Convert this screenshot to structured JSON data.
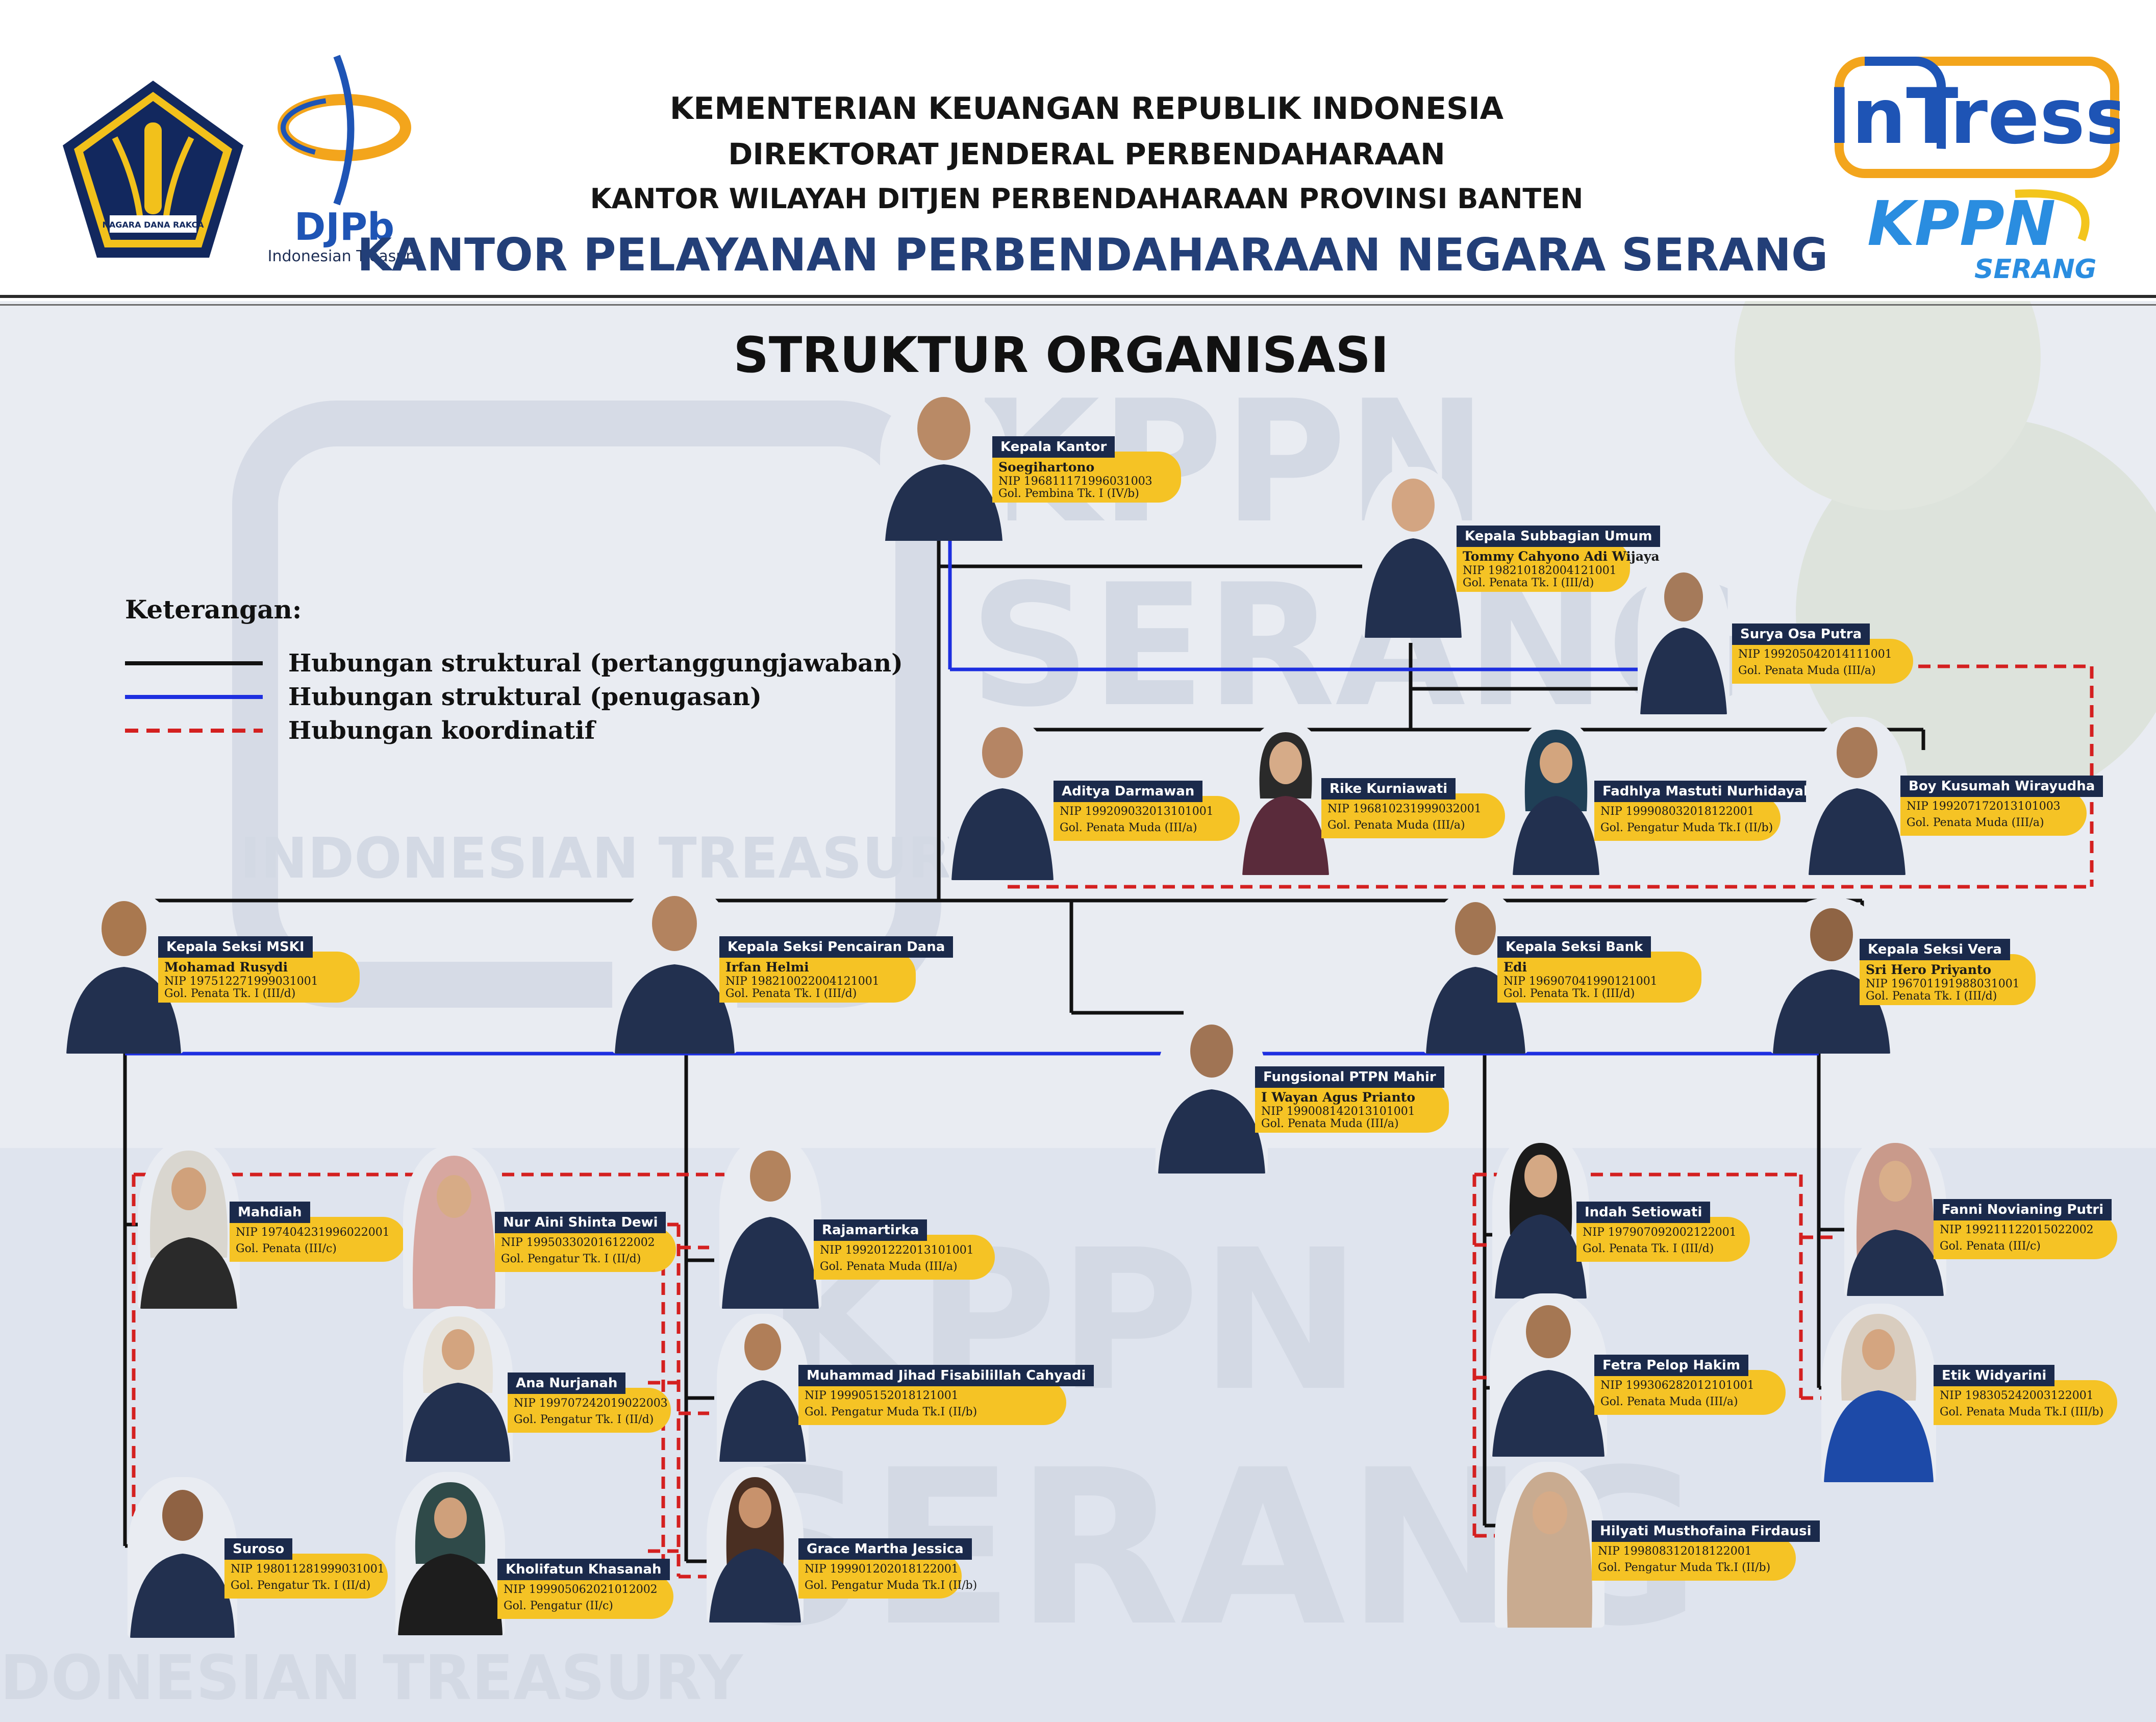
{
  "header": {
    "line1": "KEMENTERIAN KEUANGAN REPUBLIK INDONESIA",
    "line2": "DIREKTORAT JENDERAL PERBENDAHARAAN",
    "line3": "KANTOR WILAYAH DITJEN PERBENDAHARAAN PROVINSI BANTEN",
    "line4": "KANTOR PELAYANAN PERBENDAHARAAN NEGARA SERANG",
    "kemenkeu_text": "NAGARA DANA RAKCA",
    "djpb_text": "DJPb",
    "djpb_sub": "Indonesian Treasury",
    "intress_text": "InTress",
    "kppn_text": "KPPN",
    "kppn_sub": "SERANG"
  },
  "title": "STRUKTUR ORGANISASI",
  "legend": {
    "title": "Keterangan:",
    "items": [
      {
        "label": "Hubungan struktural (pertanggungjawaban)",
        "color": "#111111",
        "style": "solid"
      },
      {
        "label": "Hubungan struktural (penugasan)",
        "color": "#1d2fe0",
        "style": "solid"
      },
      {
        "label": "Hubungan koordinatif",
        "color": "#d42020",
        "style": "dashed"
      }
    ]
  },
  "colors": {
    "accent": "#f5c325",
    "role_bg": "#1b2a4b",
    "title_blue": "#233f78",
    "uniform": "#22304f"
  },
  "people": [
    {
      "role": "Kepala Kantor",
      "name": "Soegihartono",
      "nip": "NIP 196811171996031003",
      "gol": "Gol. Pembina Tk. I (IV/b)"
    },
    {
      "role": "Kepala Subbagian Umum",
      "name": "Tommy Cahyono Adi Wijaya",
      "nip": "NIP 198210182004121001",
      "gol": "Gol. Penata Tk. I (III/d)"
    },
    {
      "role": "Surya Osa Putra",
      "name": "",
      "nip": "NIP 199205042014111001",
      "gol": "Gol. Penata Muda (III/a)"
    },
    {
      "role": "Aditya Darmawan",
      "name": "",
      "nip": "NIP 199209032013101001",
      "gol": "Gol. Penata Muda (III/a)"
    },
    {
      "role": "Rike Kurniawati",
      "name": "",
      "nip": "NIP 196810231999032001",
      "gol": "Gol. Penata Muda (III/a)"
    },
    {
      "role": "Fadhlya Mastuti Nurhidayah",
      "name": "",
      "nip": "NIP 199908032018122001",
      "gol": "Gol. Pengatur Muda Tk.I (II/b)"
    },
    {
      "role": "Boy Kusumah Wirayudha",
      "name": "",
      "nip": "NIP 199207172013101003",
      "gol": "Gol. Penata Muda (III/a)"
    },
    {
      "role": "Kepala Seksi MSKI",
      "name": "Mohamad Rusydi",
      "nip": "NIP 197512271999031001",
      "gol": "Gol. Penata Tk. I (III/d)"
    },
    {
      "role": "Kepala Seksi Pencairan Dana",
      "name": "Irfan Helmi",
      "nip": "NIP 198210022004121001",
      "gol": "Gol. Penata Tk. I (III/d)"
    },
    {
      "role": "Kepala Seksi Bank",
      "name": "Edi",
      "nip": "NIP 196907041990121001",
      "gol": "Gol. Penata Tk. I (III/d)"
    },
    {
      "role": "Kepala Seksi Vera",
      "name": "Sri Hero Priyanto",
      "nip": "NIP 196701191988031001",
      "gol": "Gol. Penata Tk. I (III/d)"
    },
    {
      "role": "Fungsional PTPN  Mahir",
      "name": "I Wayan Agus Prianto",
      "nip": "NIP 199008142013101001",
      "gol": "Gol. Penata Muda  (III/a)"
    },
    {
      "role": "Mahdiah",
      "name": "",
      "nip": "NIP 197404231996022001",
      "gol": "Gol. Penata (III/c)"
    },
    {
      "role": "Nur Aini Shinta Dewi",
      "name": "",
      "nip": "NIP 199503302016122002",
      "gol": "Gol. Pengatur Tk. I (II/d)"
    },
    {
      "role": "Rajamartirka",
      "name": "",
      "nip": "NIP 199201222013101001",
      "gol": "Gol. Penata Muda (III/a)"
    },
    {
      "role": "Ana Nurjanah",
      "name": "",
      "nip": "NIP 199707242019022003",
      "gol": "Gol. Pengatur Tk. I (II/d)"
    },
    {
      "role": "Muhammad Jihad Fisabilillah Cahyadi",
      "name": "",
      "nip": "NIP 199905152018121001",
      "gol": "Gol. Pengatur Muda Tk.I (II/b)"
    },
    {
      "role": "Suroso",
      "name": "",
      "nip": "NIP 198011281999031001",
      "gol": "Gol. Pengatur Tk. I (II/d)"
    },
    {
      "role": "Kholifatun Khasanah",
      "name": "",
      "nip": "NIP 199905062021012002",
      "gol": "Gol. Pengatur (II/c)"
    },
    {
      "role": "Grace Martha Jessica",
      "name": "",
      "nip": "NIP 199901202018122001",
      "gol": "Gol. Pengatur Muda Tk.I (II/b)"
    },
    {
      "role": "Indah Setiowati",
      "name": "",
      "nip": "NIP 197907092002122001",
      "gol": "Gol. Penata Tk. I (III/d)"
    },
    {
      "role": "Fetra Pelop Hakim",
      "name": "",
      "nip": "NIP 199306282012101001",
      "gol": "Gol. Penata Muda (III/a)"
    },
    {
      "role": "Hilyati Musthofaina Firdausi",
      "name": "",
      "nip": "NIP 199808312018122001",
      "gol": "Gol. Pengatur Muda Tk.I (II/b)"
    },
    {
      "role": "Fanni Novianing Putri",
      "name": "",
      "nip": "NIP 199211122015022002",
      "gol": "Gol. Penata (III/c)"
    },
    {
      "role": "Etik Widyarini",
      "name": "",
      "nip": "NIP 198305242003122001",
      "gol": "Gol. Penata Muda Tk.I (III/b)"
    }
  ]
}
